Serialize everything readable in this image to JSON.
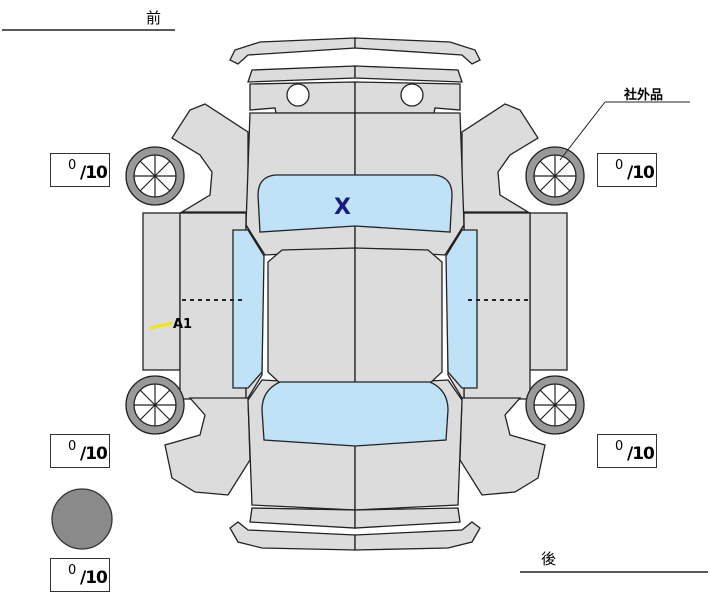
{
  "labels": {
    "front": "前",
    "rear": "後",
    "aftermarket": "社外品"
  },
  "marks": {
    "windshield": "X",
    "door": "A1"
  },
  "scores": {
    "front_left": {
      "value": "0",
      "max": "/10"
    },
    "front_right": {
      "value": "0",
      "max": "/10"
    },
    "rear_left": {
      "value": "0",
      "max": "/10"
    },
    "rear_right": {
      "value": "0",
      "max": "/10"
    },
    "spare": {
      "value": "0",
      "max": "/10"
    }
  },
  "colors": {
    "panel": "#dcdcdc",
    "glass": "#bfe2f6",
    "mark": "#1a1a80",
    "highlight": "#f2e600",
    "spare": "#8a8a8a"
  }
}
